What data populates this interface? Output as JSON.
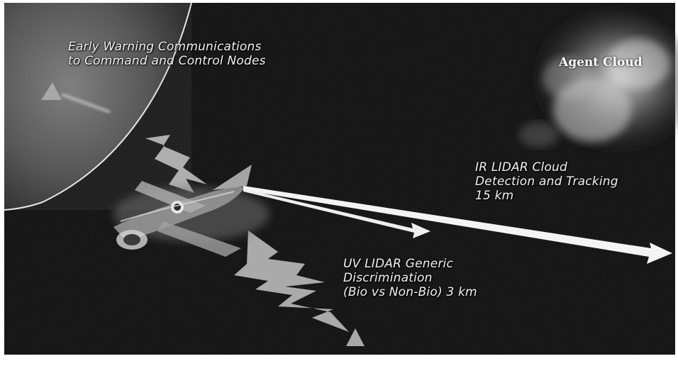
{
  "labels": {
    "early_warning": [
      "Early Warning Communications",
      "to Command and Control Nodes"
    ],
    "agent_cloud": "Agent Cloud",
    "ir_lidar": [
      "IR LIDAR Cloud",
      "Detection and Tracking",
      "15 km"
    ],
    "uv_lidar": [
      "UV LIDAR Generic",
      "Discrimination",
      "(Bio vs Non-Bio) 3 km"
    ]
  },
  "colors": {
    "background": "#0a0a0a",
    "beam": "#f4f4f4",
    "text": "#f2f2f2",
    "ground_station": "#a8a8a8"
  }
}
